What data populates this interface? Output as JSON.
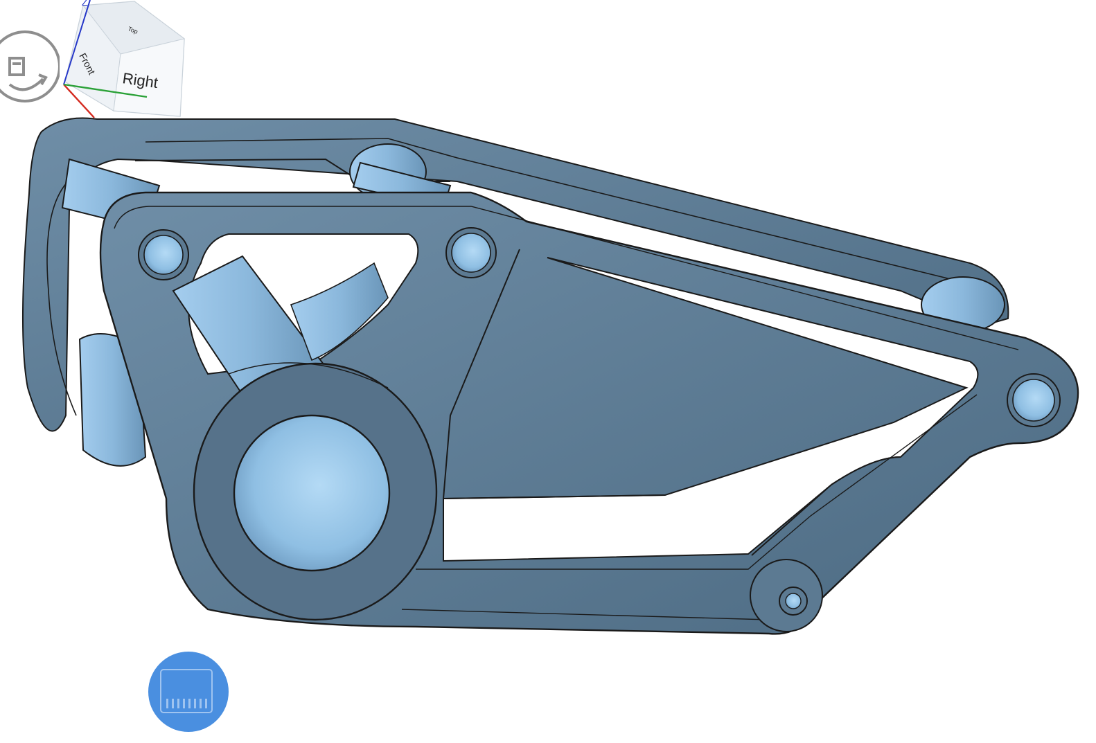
{
  "view_cube": {
    "front_label": "Front",
    "right_label": "Right",
    "top_label": "Top",
    "axis_z_label": "Z",
    "axis_x_color": "#d42a1f",
    "axis_y_color": "#2aa137",
    "axis_z_color": "#2638c8"
  },
  "model": {
    "fill_color": "#5c7a92",
    "highlight_color": "#9cc6e6",
    "edge_color": "#1a1a1a"
  },
  "controls": {
    "orbit_icon": "orbit-rotate-icon",
    "fab_icon": "keyboard-icon",
    "fab_color": "#4a8fe0"
  }
}
